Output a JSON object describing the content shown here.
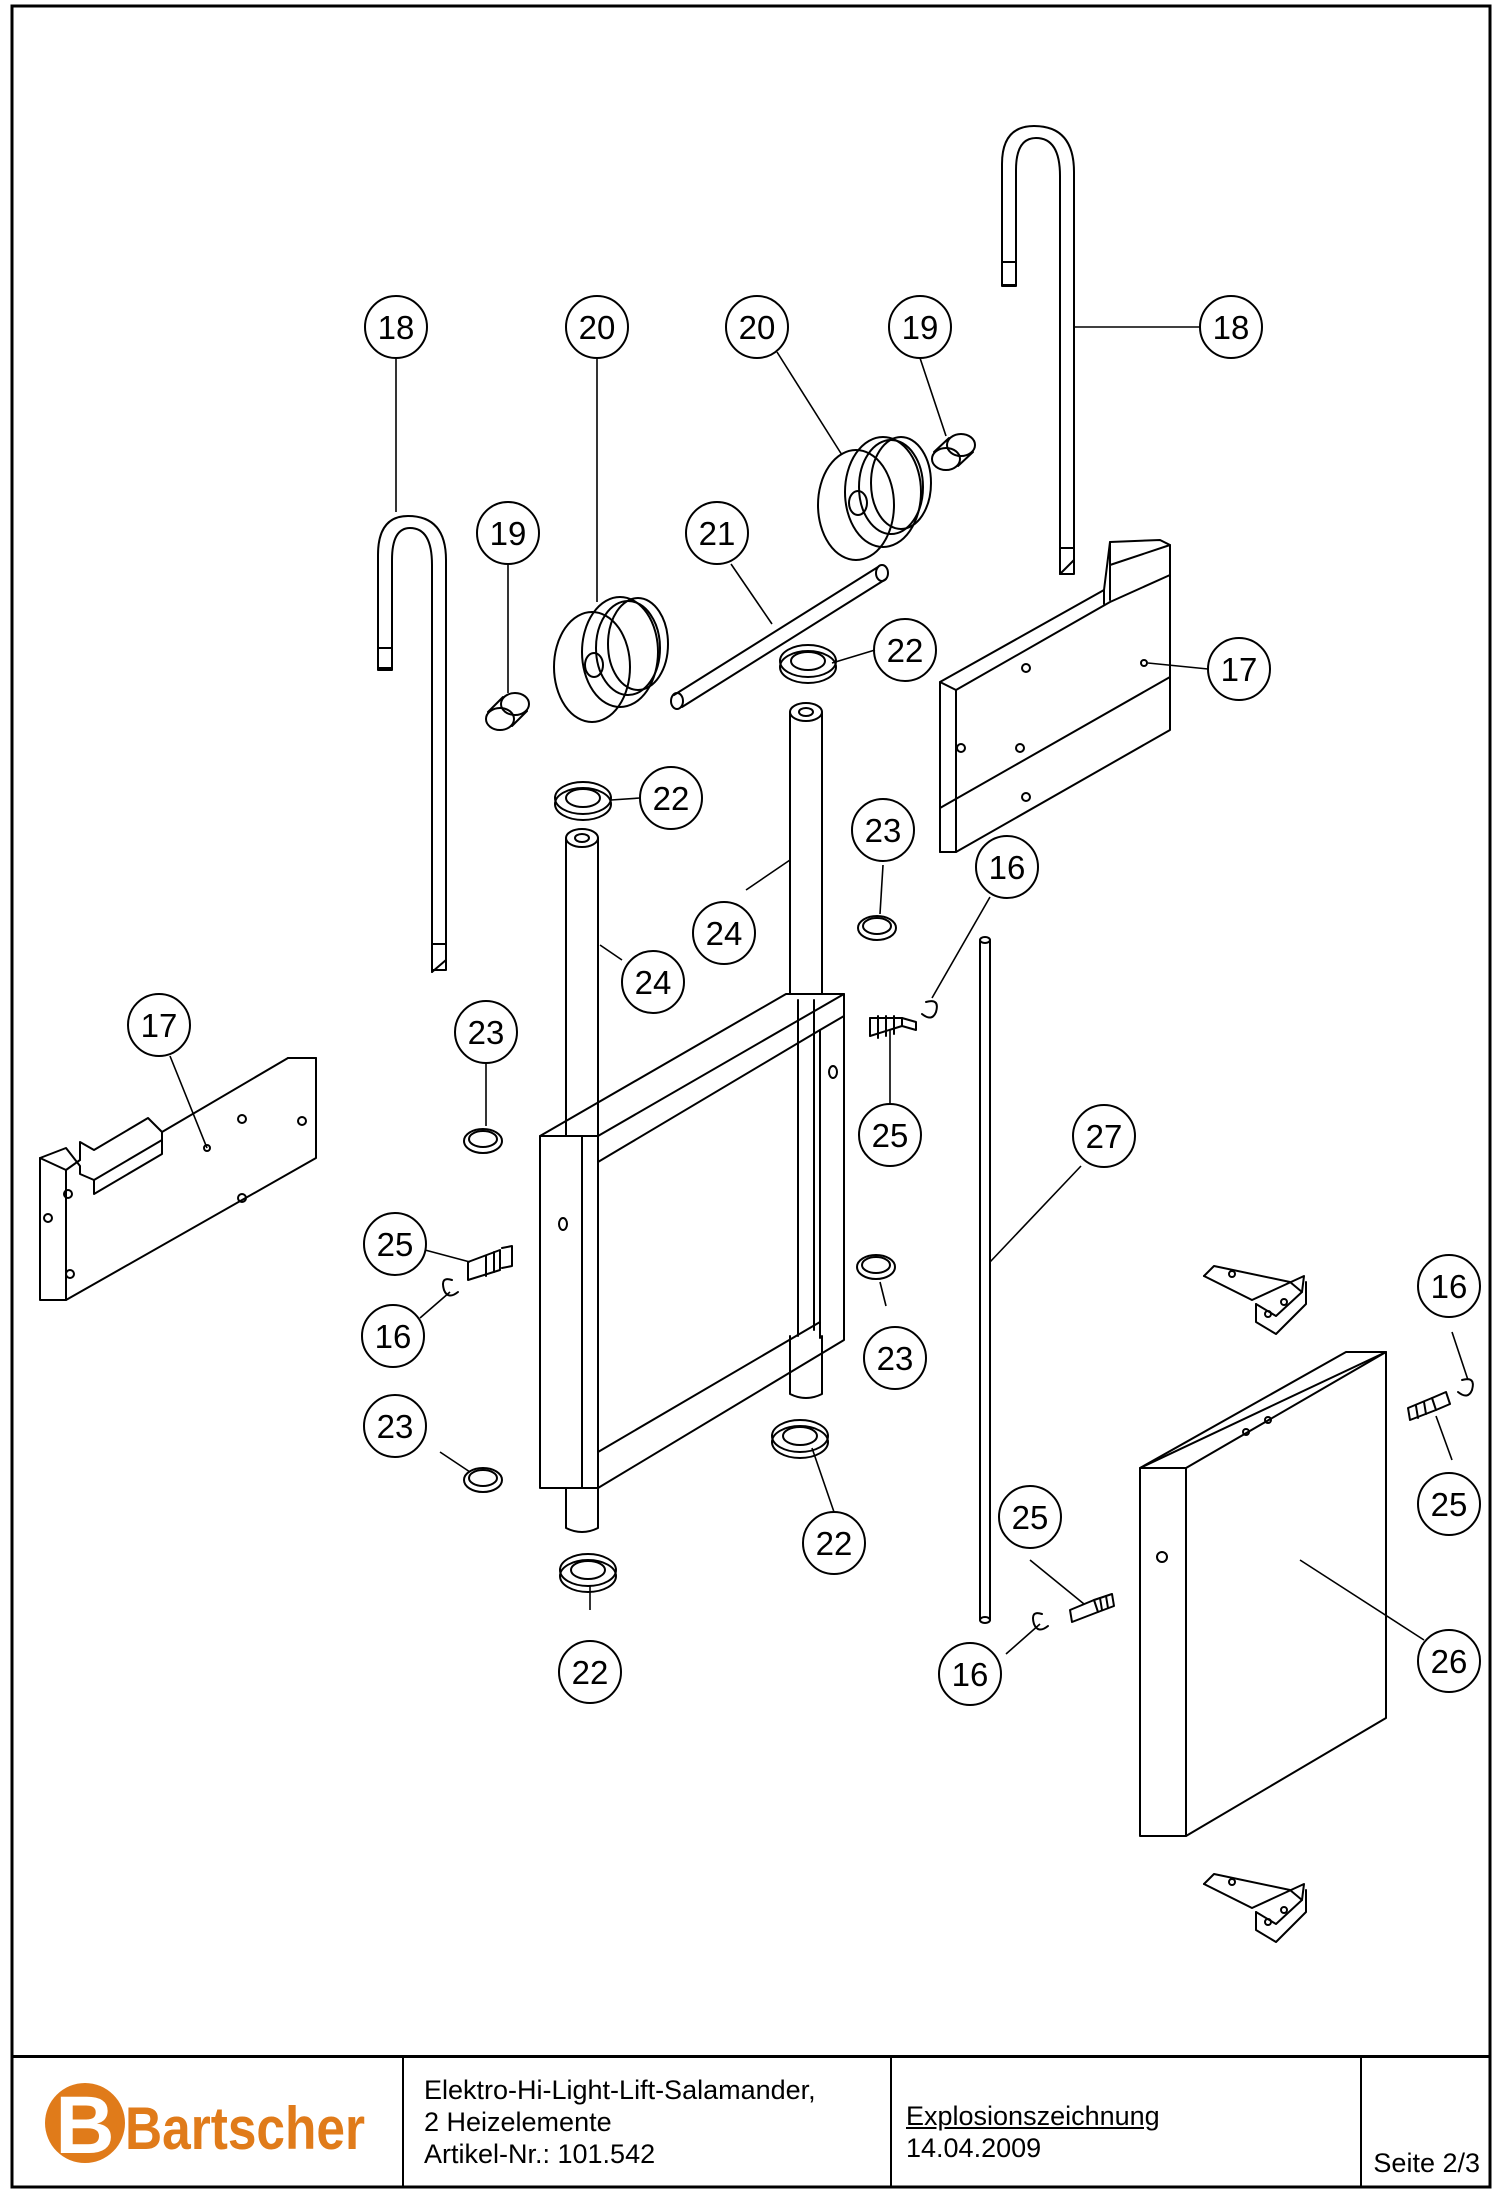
{
  "callouts": [
    {
      "id": "c18a",
      "label": "18"
    },
    {
      "id": "c20a",
      "label": "20"
    },
    {
      "id": "c20b",
      "label": "20"
    },
    {
      "id": "c19a",
      "label": "19"
    },
    {
      "id": "c18b",
      "label": "18"
    },
    {
      "id": "c19b",
      "label": "19"
    },
    {
      "id": "c21",
      "label": "21"
    },
    {
      "id": "c22a",
      "label": "22"
    },
    {
      "id": "c17a",
      "label": "17"
    },
    {
      "id": "c22b",
      "label": "22"
    },
    {
      "id": "c23a",
      "label": "23"
    },
    {
      "id": "c16a",
      "label": "16"
    },
    {
      "id": "c24a",
      "label": "24"
    },
    {
      "id": "c24b",
      "label": "24"
    },
    {
      "id": "c17b",
      "label": "17"
    },
    {
      "id": "c23b",
      "label": "23"
    },
    {
      "id": "c25a",
      "label": "25"
    },
    {
      "id": "c27",
      "label": "27"
    },
    {
      "id": "c25b",
      "label": "25"
    },
    {
      "id": "c16b",
      "label": "16"
    },
    {
      "id": "c16c",
      "label": "16"
    },
    {
      "id": "c23c",
      "label": "23"
    },
    {
      "id": "c23d",
      "label": "23"
    },
    {
      "id": "c25c",
      "label": "25"
    },
    {
      "id": "c22c",
      "label": "22"
    },
    {
      "id": "c25d",
      "label": "25"
    },
    {
      "id": "c26",
      "label": "26"
    },
    {
      "id": "c22d",
      "label": "22"
    },
    {
      "id": "c16d",
      "label": "16"
    }
  ],
  "title_block": {
    "logo": "Bartscher",
    "logo_color": "#e07b1a",
    "product_line1": "Elektro-Hi-Light-Lift-Salamander,",
    "product_line2": "2 Heizelemente",
    "article": "Artikel-Nr.: 101.542",
    "drawing_type": "Explosionszeichnung",
    "date": "14.04.2009",
    "page": "Seite 2/3"
  }
}
